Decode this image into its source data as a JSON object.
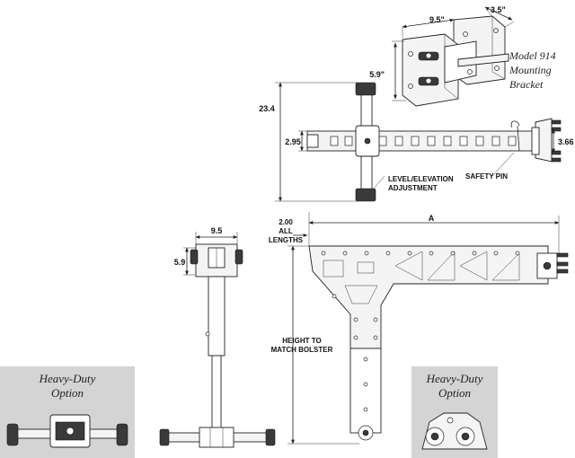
{
  "bracket": {
    "width_label": "9.5\"",
    "depth_label": "3.5\"",
    "height_label": "5.9\"",
    "caption_line1": "Model 914",
    "caption_line2": "Mounting",
    "caption_line3": "Bracket"
  },
  "top_view": {
    "overall_label": "23.4",
    "bar_label": "2.95",
    "end_label": "3.66",
    "level_label_line1": "LEVEL/ELEVATION",
    "level_label_line2": "ADJUSTMENT",
    "safety_pin_label": "SAFETY PIN"
  },
  "side_view": {
    "offset_line1": "2.00",
    "offset_line2": "ALL",
    "offset_line3": "LENGTHS",
    "length_label": "A",
    "height_line1": "HEIGHT TO",
    "height_line2": "MATCH BOLSTER"
  },
  "front_view": {
    "width_label": "9.5",
    "height_label": "5.9"
  },
  "options": {
    "left_line1": "Heavy-Duty",
    "left_line2": "Option",
    "right_line1": "Heavy-Duty",
    "right_line2": "Option"
  },
  "colors": {
    "panel": "#d4d4d4",
    "ink": "#222222"
  }
}
